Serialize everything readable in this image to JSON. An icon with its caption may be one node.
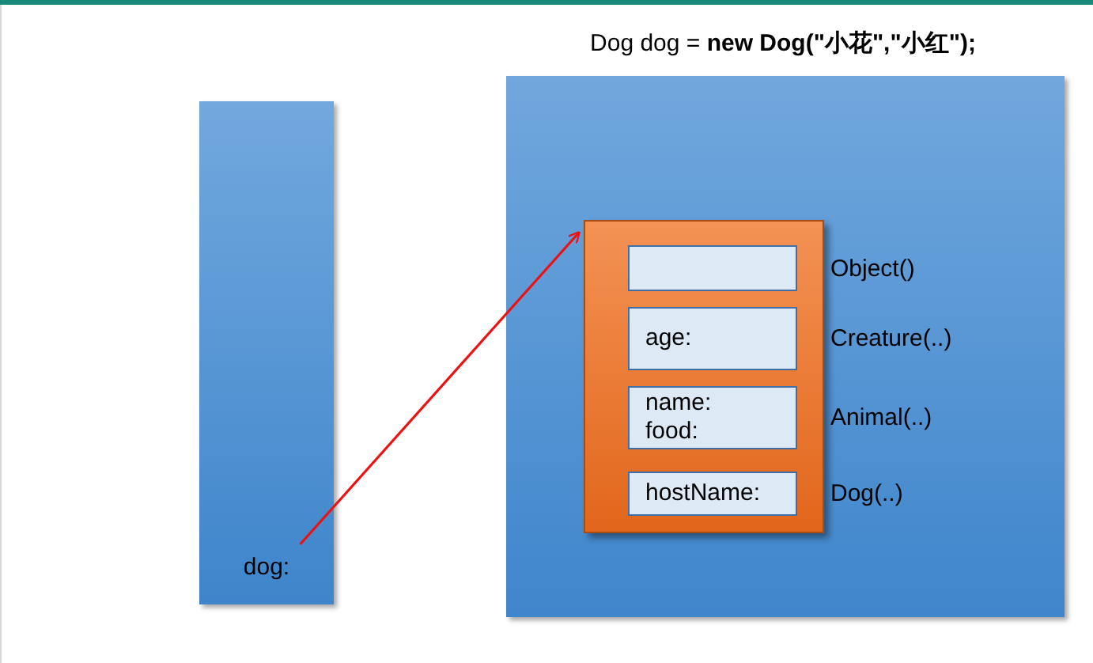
{
  "diagram": {
    "title": "Dog dog = **new Dog(\"小花\",\"小红\");**",
    "nodes": [
      {
        "text": [
          "dog:"
        ]
      },
      {
        "text": [],
        "shape": "box"
      },
      {
        "text": [],
        "shape": "box",
        "in": 1
      },
      {
        "text": [],
        "shape": "box",
        "in": 2,
        "beside": [
          "Object()"
        ]
      },
      {
        "text": [
          "age:"
        ],
        "in": 2,
        "beside": [
          "Creature(..)"
        ]
      },
      {
        "text": [
          "name: food:"
        ],
        "in": 2,
        "beside": [
          "Animal(..)"
        ]
      },
      {
        "text": [
          "hostName:"
        ],
        "in": 2,
        "beside": [
          "Dog(..)"
        ]
      }
    ],
    "edges": [
      {
        "from": 0,
        "to": 2,
        "arrow": "to",
        "color": "#ee1111"
      }
    ]
  }
}
